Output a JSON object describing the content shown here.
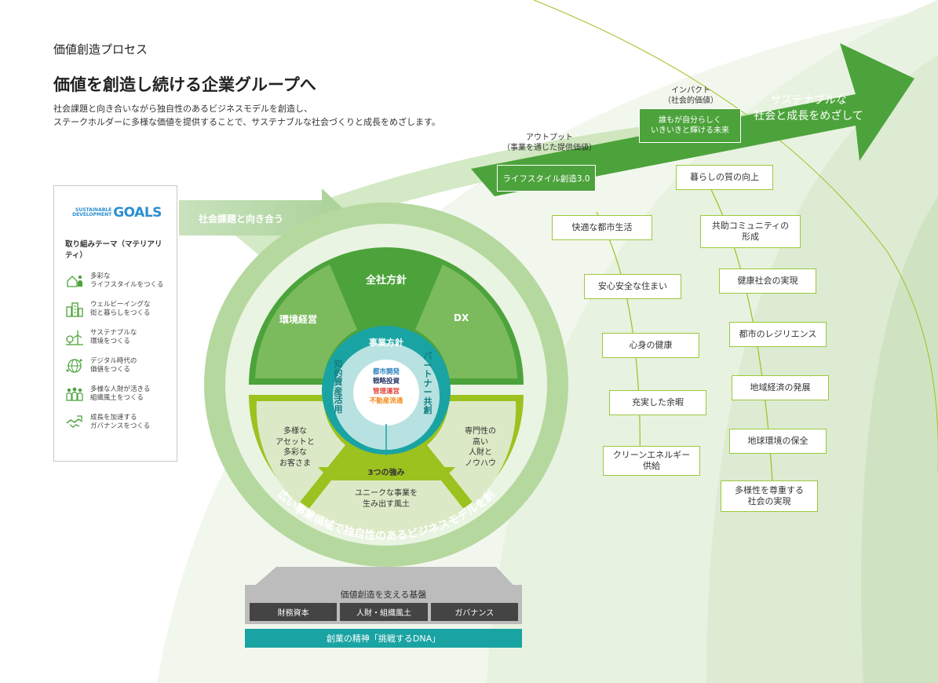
{
  "header": {
    "section_title": "価値創造プロセス",
    "main_title": "価値を創造し続ける企業グループへ",
    "description_line1": "社会課題と向き合いながら独自性のあるビジネスモデルを創造し、",
    "description_line2": "ステークホルダーに多様な価値を提供することで、サステナブルな社会づくりと成長をめざします。"
  },
  "sdgs_panel": {
    "logo_line1": "SUSTAINABLE",
    "logo_line2": "DEVELOPMENT",
    "logo_goals": "GOALS",
    "heading": "取り組みテーマ（マテリアリティ）",
    "items": [
      {
        "label": "多彩な\nライフスタイルをつくる",
        "icon": "people-house-icon"
      },
      {
        "label": "ウェルビーイングな\n街と暮らしをつくる",
        "icon": "city-buildings-icon"
      },
      {
        "label": "サステナブルな\n環境をつくる",
        "icon": "windmill-trees-icon"
      },
      {
        "label": "デジタル時代の\n価値をつくる",
        "icon": "digital-globe-icon"
      },
      {
        "label": "多様な人財が活きる\n組織風土をつくる",
        "icon": "group-people-icon"
      },
      {
        "label": "成長を加速する\nガバナンスをつくる",
        "icon": "handshake-icon"
      }
    ]
  },
  "social_issue_arrow": "社会課題と向き合う",
  "circle": {
    "top_label": "全社方針",
    "left_label": "環境経営",
    "right_label": "DX",
    "inner_top": "事業方針",
    "inner_left": "知的資産活用",
    "inner_right": "パートナー共創",
    "center_items": [
      "都市開発",
      "戦略投資",
      "管理運営",
      "不動産流通"
    ],
    "strengths_label": "3つの強み",
    "strength_left": "多様な\nアセットと\n多彩な\nお客さま",
    "strength_right": "専門性の\n高い\n人財と\nノウハウ",
    "strength_bottom": "ユニークな事業を\n生み出す風土",
    "ring_text": "幅広い事業領域で独自性のあるビジネスモデルを創造"
  },
  "foundation": {
    "title": "価値創造を支える基盤",
    "items": [
      "財務資本",
      "人財・組織風土",
      "ガバナンス"
    ],
    "dna": "創業の精神「挑戦するDNA」"
  },
  "output": {
    "heading": "アウトプット",
    "subheading": "（事業を通じた提供価値）",
    "badge": "ライフスタイル創造3.0",
    "items": [
      "快適な都市生活",
      "安心安全な住まい",
      "心身の健康",
      "充実した余暇",
      "クリーンエネルギー\n供給"
    ]
  },
  "impact": {
    "heading": "インパクト",
    "subheading": "（社会的価値）",
    "badge": "誰もが自分らしく\nいきいきと輝ける未来",
    "items": [
      "暮らしの質の向上",
      "共助コミュニティの\n形成",
      "健康社会の実現",
      "都市のレジリエンス",
      "地域経済の発展",
      "地球環境の保全",
      "多様性を尊重する\n社会の実現"
    ]
  },
  "goal_arrow": {
    "line1": "サステナブルな",
    "line2": "社会と成長をめざして"
  },
  "colors": {
    "dark_green": "#4ca33b",
    "mid_green": "#7cbb5d",
    "lime": "#9cc21f",
    "light_lime": "#dce9c6",
    "teal": "#1aa3a3",
    "light_teal": "#b8e2e2",
    "navy": "#2c3a6b",
    "red": "#e0443a",
    "orange": "#f28c1e",
    "dark_gray": "#444444",
    "gray": "#bcbcbc"
  }
}
